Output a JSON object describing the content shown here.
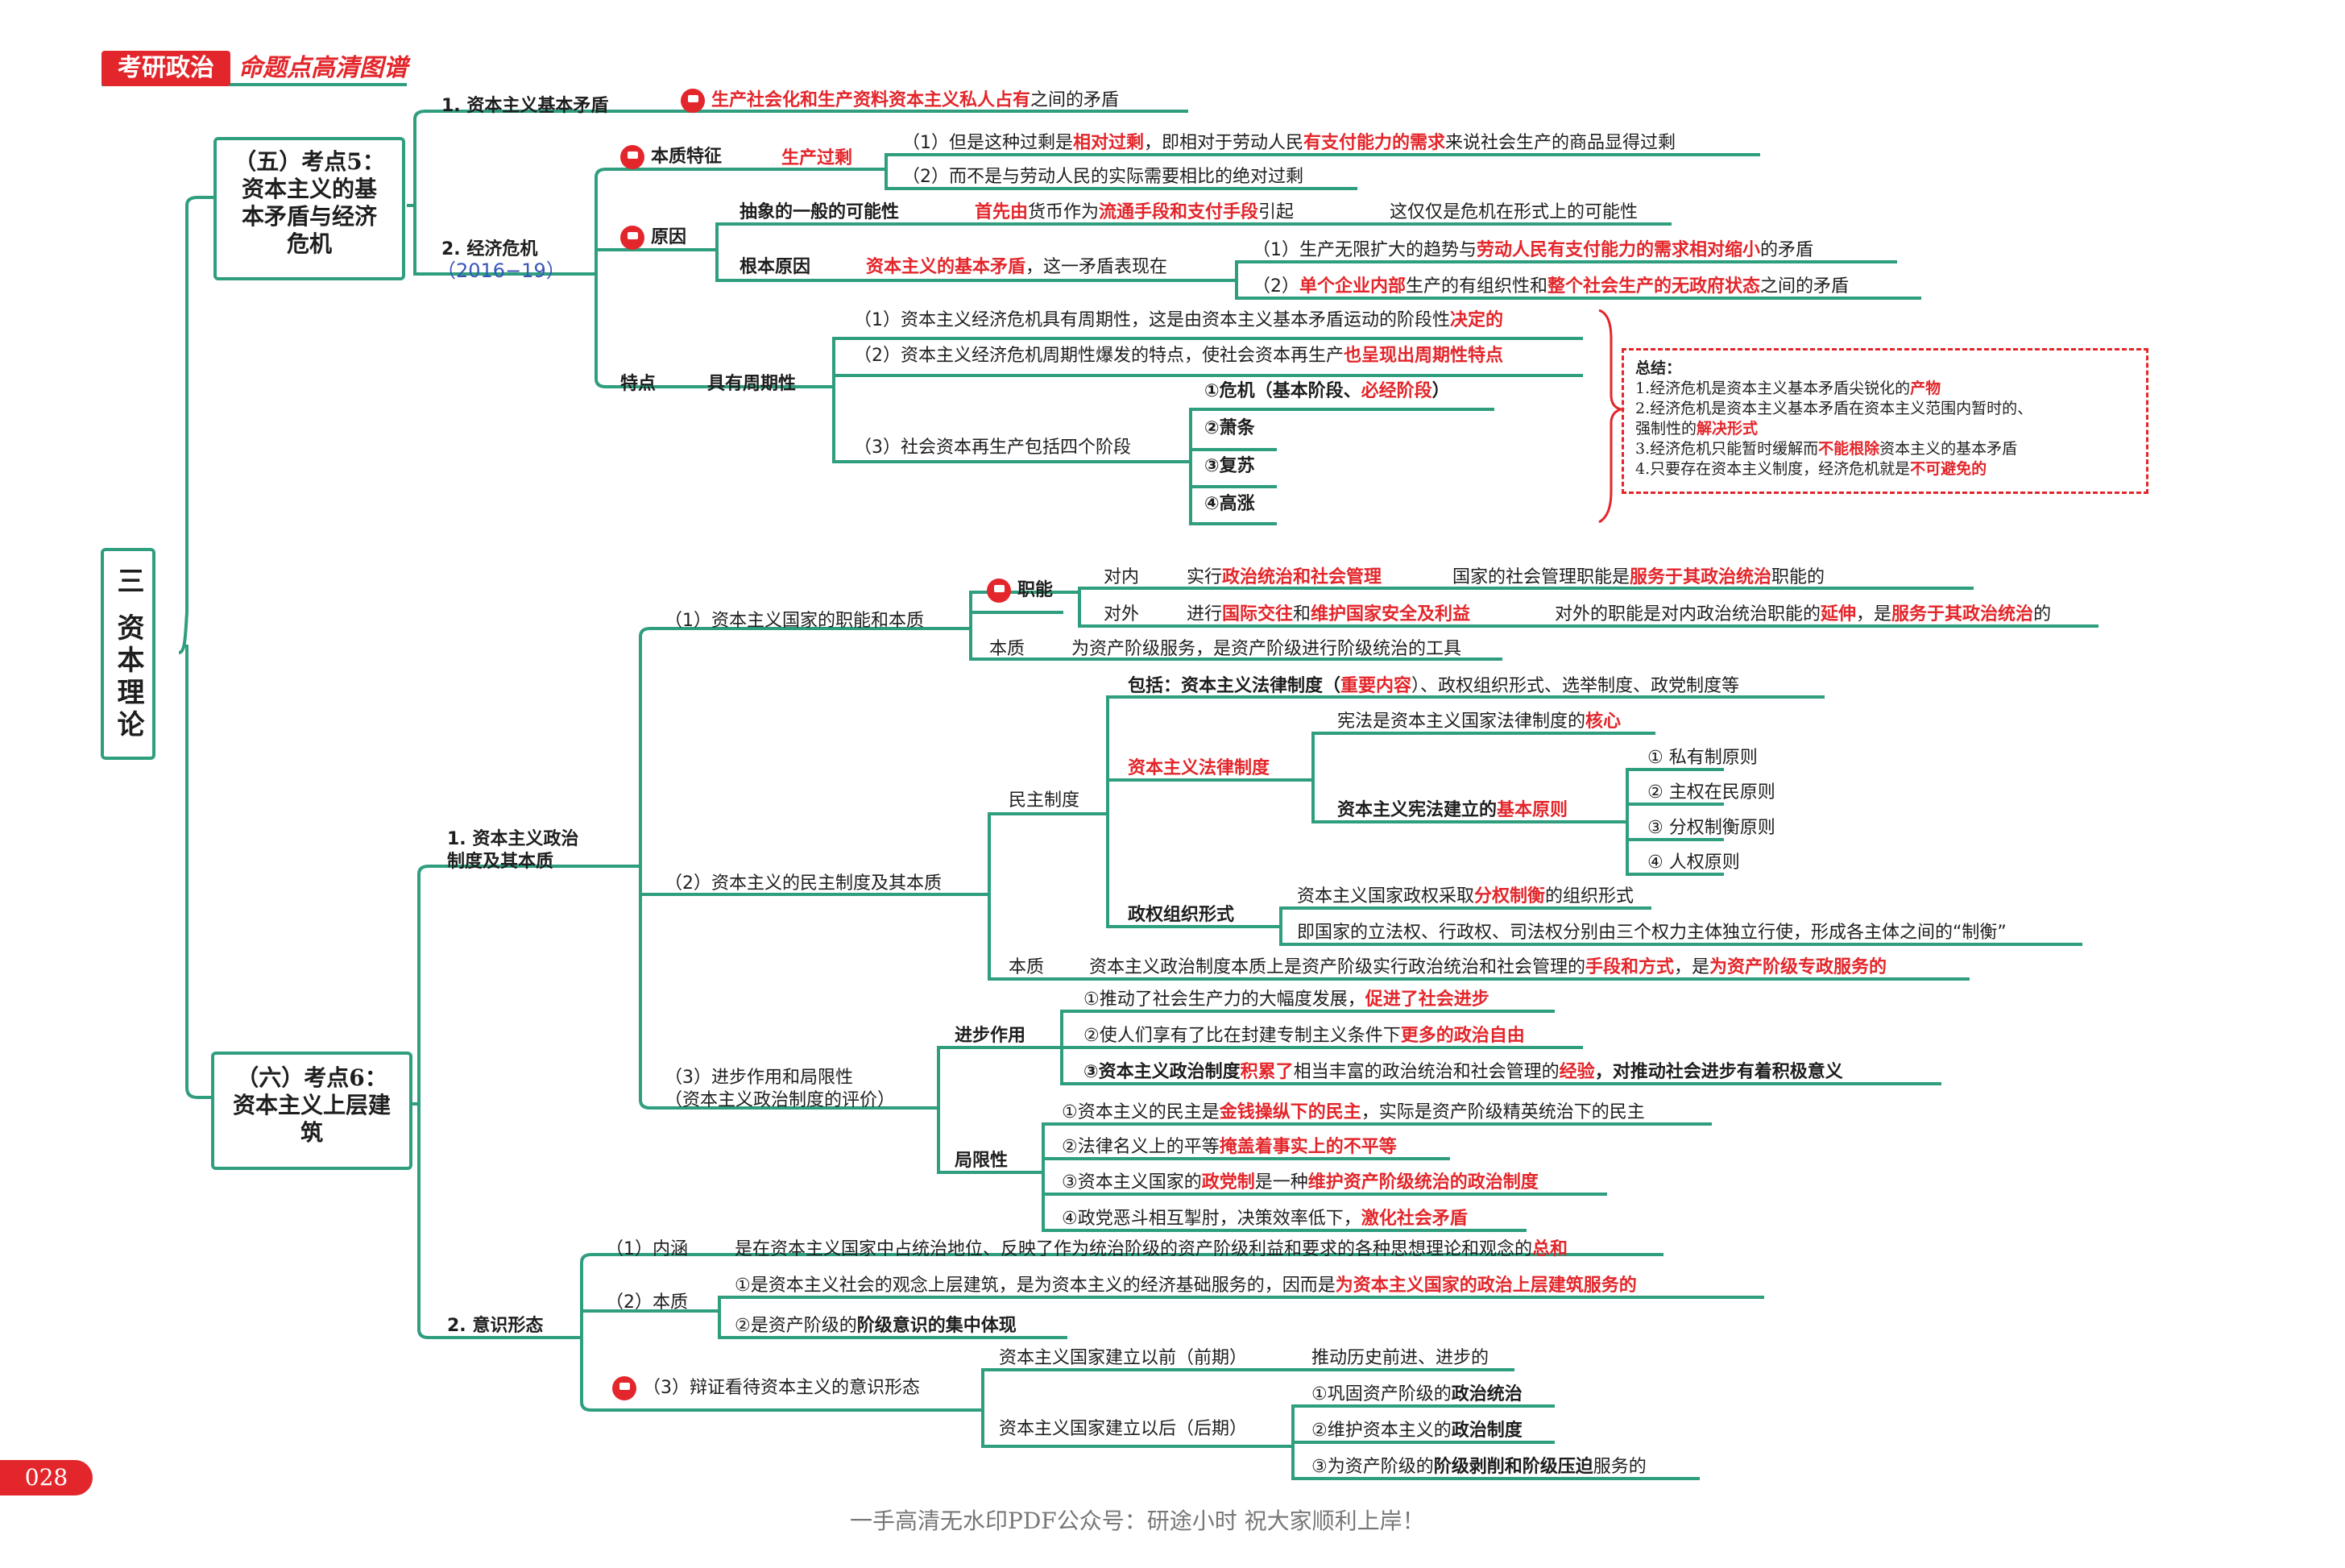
{
  "header": {
    "brand": "考研政治",
    "subtitle": "命题点高清图谱"
  },
  "root": {
    "label": "三 资本理论"
  },
  "topic5": {
    "title_line1": "（五）考点5：",
    "title_line2": "资本主义的基",
    "title_line3": "本矛盾与经济",
    "title_line4": "危机"
  },
  "topic6": {
    "title_line1": "（六）考点6：",
    "title_line2": "资本主义上层建",
    "title_line3": "筑"
  },
  "t5": {
    "n1": "1. 资本主义基本矛盾",
    "n1_a": "生产社会化和生产资料资本主义私人占有",
    "n1_b": "之间的矛盾",
    "n2": "2. 经济危机",
    "n2_year": "（2016−19）",
    "essence": "本质特征",
    "essence_v": "生产过剩",
    "ess1_a": "（1）但是这种过剩是",
    "ess1_b": "相对过剩",
    "ess1_c": "，即相对于劳动人民",
    "ess1_d": "有支付能力的需求",
    "ess1_e": "来说社会生产的商品显得过剩",
    "ess2": "（2）而不是与劳动人民的实际需要相比的绝对过剩",
    "cause": "原因",
    "c1": "抽象的一般的可能性",
    "c1_a": "首先由",
    "c1_b": "货币作为",
    "c1_c": "流通手段和支付手段",
    "c1_d": "引起",
    "c1_e": "这仅仅是危机在形式上的可能性",
    "c2": "根本原因",
    "c2_a": "资本主义的基本矛盾",
    "c2_b": "，这一矛盾表现在",
    "c2_1a": "（1）生产无限扩大的趋势与",
    "c2_1b": "劳动人民有支付能力的需求相对缩小",
    "c2_1c": "的矛盾",
    "c2_2a": "（2）",
    "c2_2b": "单个企业内部",
    "c2_2c": "生产的有组织性和",
    "c2_2d": "整个社会生产的无政府状态",
    "c2_2e": "之间的矛盾",
    "feat": "特点",
    "feat_v": "具有周期性",
    "f1_a": "（1）资本主义经济危机具有周期性，这是由资本主义基本矛盾运动的阶段性",
    "f1_b": "决定的",
    "f2_a": "（2）资本主义经济危机周期性爆发的特点，使社会资本再生产",
    "f2_b": "也呈现出周期性特点",
    "f3": "（3）社会资本再生产包括四个阶段",
    "s1_a": "①危机（基本阶段、",
    "s1_b": "必经阶段",
    "s1_c": "）",
    "s2": "②萧条",
    "s3": "③复苏",
    "s4": "④高涨"
  },
  "summary": {
    "title": "总结：",
    "l1_a": "1.经济危机是资本主义基本矛盾尖锐化的",
    "l1_b": "产物",
    "l2_a": "2.经济危机是资本主义基本矛盾在资本主义范围内暂时的、",
    "l2b_a": "强制性的",
    "l2b_b": "解决形式",
    "l3_a": "3.经济危机只能暂时缓解而",
    "l3_b": "不能根除",
    "l3_c": "资本主义的基本矛盾",
    "l4_a": "4.只要存在资本主义制度，经济危机就是",
    "l4_b": "不可避免的"
  },
  "t6": {
    "n1_l1": "1. 资本主义政治",
    "n1_l2": "制度及其本质",
    "p1": "（1）资本主义国家的职能和本质",
    "func": "职能",
    "in": "对内",
    "in_a": "实行",
    "in_b": "政治统治和社会管理",
    "in_c": "国家的社会管理职能是",
    "in_d": "服务于其政治统治",
    "in_e": "职能的",
    "out": "对外",
    "out_a": "进行",
    "out_b": "国际交往",
    "out_c": "和",
    "out_d": "维护国家安全及利益",
    "out_e": "对外的职能是对内政治统治职能的",
    "out_f": "延伸",
    "out_g": "，是",
    "out_h": "服务于其政治统治",
    "out_i": "的",
    "ess": "本质",
    "ess_v": "为资产阶级服务，是资产阶级进行阶级统治的工具",
    "p2": "（2）资本主义的民主制度及其本质",
    "demo": "民主制度",
    "incl_a": "包括：资本主义法律制度（",
    "incl_b": "重要内容",
    "incl_c": "）、政权组织形式、选举制度、政党制度等",
    "law": "资本主义法律制度",
    "const_a": "宪法是资本主义国家法律制度的",
    "const_b": "核心",
    "cp_a": "资本主义宪法建立的",
    "cp_b": "基本原则",
    "pr1": "① 私有制原则",
    "pr2": "② 主权在民原则",
    "pr3": "③ 分权制衡原则",
    "pr4": "④ 人权原则",
    "regime": "政权组织形式",
    "rg1_a": "资本主义国家政权采取",
    "rg1_b": "分权制衡",
    "rg1_c": "的组织形式",
    "rg2": "即国家的立法权、行政权、司法权分别由三个权力主体独立行使，形成各主体之间的“制衡”",
    "dess": "本质",
    "dess_a": "资本主义政治制度本质上是资产阶级实行政治统治和社会管理的",
    "dess_b": "手段和方式",
    "dess_c": "，是",
    "dess_d": "为资产阶级专政服务的",
    "p3_l1": "（3）进步作用和局限性",
    "p3_l2": "（资本主义政治制度的评价）",
    "prog": "进步作用",
    "pg1_a": "①推动了社会生产力的大幅度发展，",
    "pg1_b": "促进了社会进步",
    "pg2_a": "②使人们享有了比在封建专制主义条件下",
    "pg2_b": "更多的政治自由",
    "pg3_a": "③资本主义政治制度",
    "pg3_b": "积累了",
    "pg3_c": "相当丰富的政治统治和社会管理的",
    "pg3_d": "经验",
    "pg3_e": "，对推动社会进步有着积极意义",
    "lim": "局限性",
    "lm1_a": "①资本主义的民主是",
    "lm1_b": "金钱操纵下的民主",
    "lm1_c": "，实际是资产阶级精英统治下的民主",
    "lm2_a": "②法律名义上的平等",
    "lm2_b": "掩盖着事实上的不平等",
    "lm3_a": "③资本主义国家的",
    "lm3_b": "政党制",
    "lm3_c": "是一种",
    "lm3_d": "维护资产阶级统治的政治制度",
    "lm4_a": "④政党恶斗相互掣肘，决策效率低下，",
    "lm4_b": "激化社会矛盾",
    "n2": "2. 意识形态",
    "i1": "（1）内涵",
    "i1_a": "是在资本主义国家中占统治地位、反映了作为统治阶级的资产阶级利益和要求的各种思想理论和观念的",
    "i1_b": "总和",
    "i2": "（2）本质",
    "i2a_a": "①是资本主义社会的观念上层建筑，是为资本主义的经济基础服务的，因而是",
    "i2a_b": "为资本主义国家的政治上层建筑服务的",
    "i2b_a": "②是资产阶级的",
    "i2b_b": "阶级意识的集中体现",
    "i3": "（3）辩证看待资本主义的意识形态",
    "before": "资本主义国家建立以前（前期）",
    "before_v": "推动历史前进、进步的",
    "after": "资本主义国家建立以后（后期）",
    "af1_a": "①巩固资产阶级的",
    "af1_b": "政治统治",
    "af2_a": "②维护资本主义的",
    "af2_b": "政治制度",
    "af3_a": "③为资产阶级的",
    "af3_b": "阶级剥削和阶级压迫",
    "af3_c": "服务的"
  },
  "footer": {
    "page": "028",
    "watermark": "一手高清无水印PDF公众号：研途小时  祝大家顺利上岸！"
  }
}
